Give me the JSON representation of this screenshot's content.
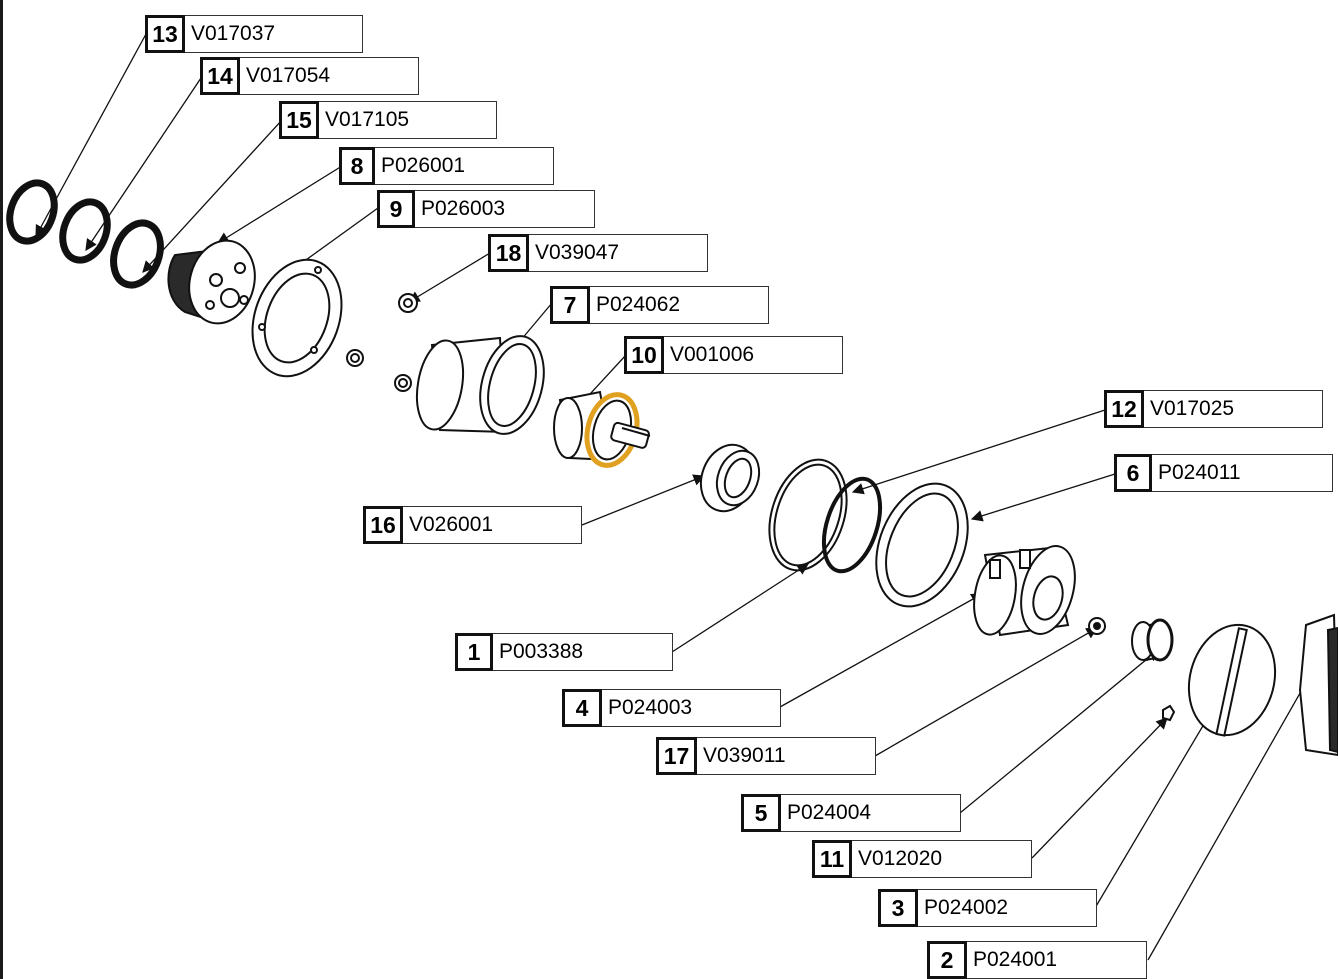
{
  "colors": {
    "line": "#111111",
    "highlight": "#e0a020",
    "shade": "#2a2a2a"
  },
  "parts": [
    {
      "num": "13",
      "code": "V017037"
    },
    {
      "num": "14",
      "code": "V017054"
    },
    {
      "num": "15",
      "code": "V017105"
    },
    {
      "num": "8",
      "code": "P026001"
    },
    {
      "num": "9",
      "code": "P026003"
    },
    {
      "num": "18",
      "code": "V039047"
    },
    {
      "num": "7",
      "code": "P024062"
    },
    {
      "num": "10",
      "code": "V001006"
    },
    {
      "num": "12",
      "code": "V017025"
    },
    {
      "num": "6",
      "code": "P024011"
    },
    {
      "num": "16",
      "code": "V026001"
    },
    {
      "num": "1",
      "code": "P003388"
    },
    {
      "num": "4",
      "code": "P024003"
    },
    {
      "num": "17",
      "code": "V039011"
    },
    {
      "num": "5",
      "code": "P024004"
    },
    {
      "num": "11",
      "code": "V012020"
    },
    {
      "num": "3",
      "code": "P024002"
    },
    {
      "num": "2",
      "code": "P024001"
    }
  ]
}
